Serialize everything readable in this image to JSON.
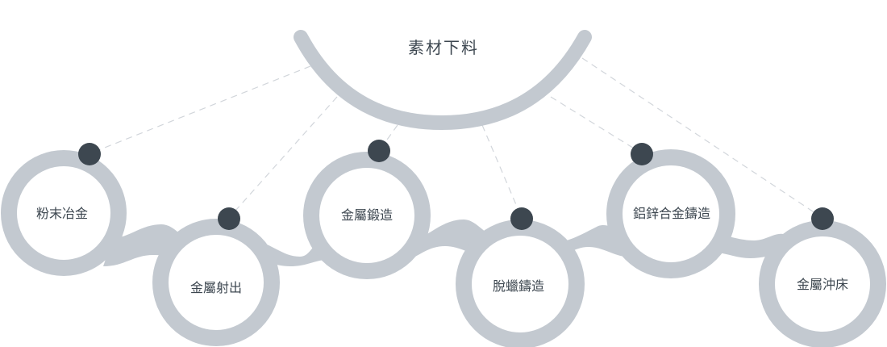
{
  "title": "素材下料",
  "colors": {
    "ring": "#c3c9d0",
    "dot": "#3d4750",
    "dash": "#d2d6db",
    "text": "#3d4750"
  },
  "nodes": [
    {
      "label": "粉末冶金"
    },
    {
      "label": "金屬射出"
    },
    {
      "label": "金屬鍛造"
    },
    {
      "label": "脫蠟鑄造"
    },
    {
      "label": "鋁鋅合金鑄造"
    },
    {
      "label": "金屬沖床"
    }
  ]
}
